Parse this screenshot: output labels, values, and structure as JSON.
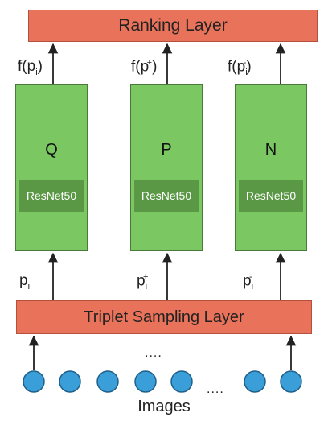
{
  "ranking_layer": {
    "label": "Ranking Layer"
  },
  "triplet_layer": {
    "label": "Triplet Sampling Layer"
  },
  "branches": [
    {
      "letter": "Q",
      "backbone": "ResNet50",
      "input_base": "p",
      "input_sub": "i",
      "input_sup": "",
      "output_pre": "f(p",
      "output_sub": "i",
      "output_sup": "",
      "output_post": ")"
    },
    {
      "letter": "P",
      "backbone": "ResNet50",
      "input_base": "p",
      "input_sub": "i",
      "input_sup": "+",
      "output_pre": "f(p",
      "output_sub": "i",
      "output_sup": "+",
      "output_post": ")"
    },
    {
      "letter": "N",
      "backbone": "ResNet50",
      "input_base": "p",
      "input_sub": "i",
      "input_sup": "-",
      "output_pre": "f(p",
      "output_sub": "i",
      "output_sup": "-",
      "output_post": ")"
    }
  ],
  "images": {
    "caption": "Images",
    "ellipsis_top": "....",
    "ellipsis_row": "...."
  },
  "colors": {
    "layer_fill": "#e8725a",
    "branch_fill": "#7bc862",
    "backbone_fill": "#5a9846",
    "node_fill": "#3a9fd8"
  }
}
